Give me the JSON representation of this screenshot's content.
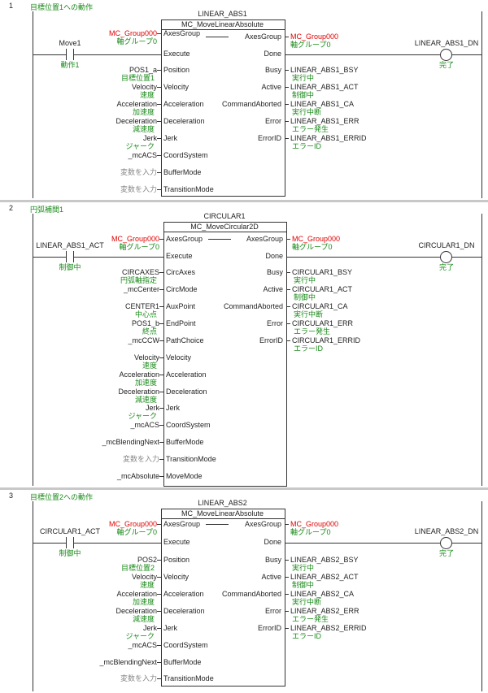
{
  "rungs": [
    {
      "number": "1",
      "comment": "目標位置1への動作",
      "instance": "LINEAR_ABS1",
      "fb_type": "MC_MoveLinearAbsolute",
      "contact": {
        "name": "Move1",
        "comment": "動作1"
      },
      "coil": {
        "name": "LINEAR_ABS1_DN",
        "comment": "完了"
      },
      "in_axes_var": "MC_Group000",
      "in_axes_comment": "軸グループ0",
      "out_axes_var": "MC_Group000",
      "out_axes_comment": "軸グループ0",
      "inputs": [
        {
          "pin": "AxesGroup"
        },
        {
          "pin": "Execute"
        },
        {
          "pin": "Position",
          "var": "POS1_a",
          "comment": "目標位置1"
        },
        {
          "pin": "Velocity",
          "var": "Velocity",
          "comment": "速度"
        },
        {
          "pin": "Acceleration",
          "var": "Acceleration",
          "comment": "加速度"
        },
        {
          "pin": "Deceleration",
          "var": "Deceleration",
          "comment": "減速度"
        },
        {
          "pin": "Jerk",
          "var": "Jerk",
          "comment": "ジャーク"
        },
        {
          "pin": "CoordSystem",
          "var": "_mcACS"
        },
        {
          "pin": "BufferMode",
          "var": "変数を入力"
        },
        {
          "pin": "TransitionMode",
          "var": "変数を入力"
        }
      ],
      "outputs": [
        {
          "pin": "AxesGroup"
        },
        {
          "pin": "Done"
        },
        {
          "pin": "Busy",
          "var": "LINEAR_ABS1_BSY",
          "comment": "実行中"
        },
        {
          "pin": "Active",
          "var": "LINEAR_ABS1_ACT",
          "comment": "制御中"
        },
        {
          "pin": "CommandAborted",
          "var": "LINEAR_ABS1_CA",
          "comment": "実行中断"
        },
        {
          "pin": "Error",
          "var": "LINEAR_ABS1_ERR",
          "comment": "エラー発生"
        },
        {
          "pin": "ErrorID",
          "var": "LINEAR_ABS1_ERRID",
          "comment": "エラーID"
        }
      ]
    },
    {
      "number": "2",
      "comment": "円弧補間1",
      "instance": "CIRCULAR1",
      "fb_type": "MC_MoveCircular2D",
      "contact": {
        "name": "LINEAR_ABS1_ACT",
        "comment": "制御中"
      },
      "coil": {
        "name": "CIRCULAR1_DN",
        "comment": "完了"
      },
      "in_axes_var": "MC_Group000",
      "in_axes_comment": "軸グループ0",
      "out_axes_var": "MC_Group000",
      "out_axes_comment": "軸グループ0",
      "inputs": [
        {
          "pin": "AxesGroup"
        },
        {
          "pin": "Execute"
        },
        {
          "pin": "CircAxes",
          "var": "CIRCAXES",
          "comment": "円弧軸指定"
        },
        {
          "pin": "CircMode",
          "var": "_mcCenter"
        },
        {
          "pin": "AuxPoint",
          "var": "CENTER1",
          "comment": "中心点"
        },
        {
          "pin": "EndPoint",
          "var": "POS1_b",
          "comment": "終点"
        },
        {
          "pin": "PathChoice",
          "var": "_mcCCW"
        },
        {
          "pin": "Velocity",
          "var": "Velocity",
          "comment": "速度"
        },
        {
          "pin": "Acceleration",
          "var": "Acceleration",
          "comment": "加速度"
        },
        {
          "pin": "Deceleration",
          "var": "Deceleration",
          "comment": "減速度"
        },
        {
          "pin": "Jerk",
          "var": "Jerk",
          "comment": "ジャーク"
        },
        {
          "pin": "CoordSystem",
          "var": "_mcACS"
        },
        {
          "pin": "BufferMode",
          "var": "_mcBlendingNext"
        },
        {
          "pin": "TransitionMode",
          "var": "変数を入力"
        },
        {
          "pin": "MoveMode",
          "var": "_mcAbsolute"
        }
      ],
      "outputs": [
        {
          "pin": "AxesGroup"
        },
        {
          "pin": "Done"
        },
        {
          "pin": "Busy",
          "var": "CIRCULAR1_BSY",
          "comment": "実行中"
        },
        {
          "pin": "Active",
          "var": "CIRCULAR1_ACT",
          "comment": "制御中"
        },
        {
          "pin": "CommandAborted",
          "var": "CIRCULAR1_CA",
          "comment": "実行中断"
        },
        {
          "pin": "Error",
          "var": "CIRCULAR1_ERR",
          "comment": "エラー発生"
        },
        {
          "pin": "ErrorID",
          "var": "CIRCULAR1_ERRID",
          "comment": "エラーID"
        }
      ]
    },
    {
      "number": "3",
      "comment": "目標位置2への動作",
      "instance": "LINEAR_ABS2",
      "fb_type": "MC_MoveLinearAbsolute",
      "contact": {
        "name": "CIRCULAR1_ACT",
        "comment": "制御中"
      },
      "coil": {
        "name": "LINEAR_ABS2_DN",
        "comment": "完了"
      },
      "in_axes_var": "MC_Group000",
      "in_axes_comment": "軸グループ0",
      "out_axes_var": "MC_Group000",
      "out_axes_comment": "軸グループ0",
      "inputs": [
        {
          "pin": "AxesGroup"
        },
        {
          "pin": "Execute"
        },
        {
          "pin": "Position",
          "var": "POS2",
          "comment": "目標位置2"
        },
        {
          "pin": "Velocity",
          "var": "Velocity",
          "comment": "速度"
        },
        {
          "pin": "Acceleration",
          "var": "Acceleration",
          "comment": "加速度"
        },
        {
          "pin": "Deceleration",
          "var": "Deceleration",
          "comment": "減速度"
        },
        {
          "pin": "Jerk",
          "var": "Jerk",
          "comment": "ジャーク"
        },
        {
          "pin": "CoordSystem",
          "var": "_mcACS"
        },
        {
          "pin": "BufferMode",
          "var": "_mcBlendingNext"
        },
        {
          "pin": "TransitionMode",
          "var": "変数を入力"
        }
      ],
      "outputs": [
        {
          "pin": "AxesGroup"
        },
        {
          "pin": "Done"
        },
        {
          "pin": "Busy",
          "var": "LINEAR_ABS2_BSY",
          "comment": "実行中"
        },
        {
          "pin": "Active",
          "var": "LINEAR_ABS2_ACT",
          "comment": "制御中"
        },
        {
          "pin": "CommandAborted",
          "var": "LINEAR_ABS2_CA",
          "comment": "実行中断"
        },
        {
          "pin": "Error",
          "var": "LINEAR_ABS2_ERR",
          "comment": "エラー発生"
        },
        {
          "pin": "ErrorID",
          "var": "LINEAR_ABS2_ERRID",
          "comment": "エラーID"
        }
      ]
    }
  ],
  "colors": {
    "comment": "#1a8a1a",
    "axes_var": "#e00000",
    "placeholder": "#888888",
    "line": "#333333"
  }
}
